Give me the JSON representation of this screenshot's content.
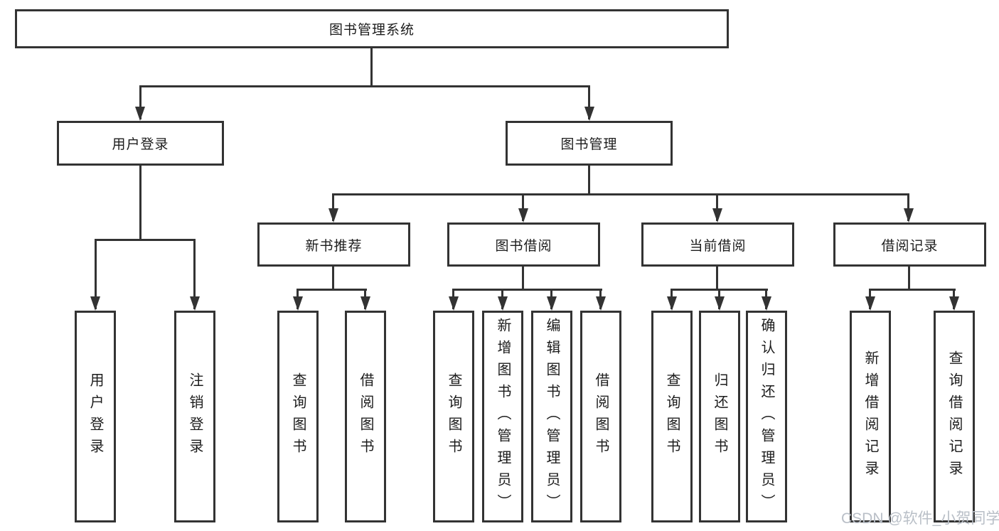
{
  "diagram": {
    "root": {
      "label": "图书管理系统"
    },
    "branches": [
      {
        "label": "用户登录",
        "children": [
          {
            "label": "用户登录"
          },
          {
            "label": "注销登录"
          }
        ]
      },
      {
        "label": "图书管理",
        "children": [
          {
            "label": "新书推荐",
            "children": [
              {
                "label": "查询图书"
              },
              {
                "label": "借阅图书"
              }
            ]
          },
          {
            "label": "图书借阅",
            "children": [
              {
                "label": "查询图书"
              },
              {
                "label": "新增图书（管理员）"
              },
              {
                "label": "编辑图书（管理员）"
              },
              {
                "label": "借阅图书"
              }
            ]
          },
          {
            "label": "当前借阅",
            "children": [
              {
                "label": "查询图书"
              },
              {
                "label": "归还图书"
              },
              {
                "label": "确认归还（管理员）"
              }
            ]
          },
          {
            "label": "借阅记录",
            "children": [
              {
                "label": "新增借阅记录"
              },
              {
                "label": "查询借阅记录"
              }
            ]
          }
        ]
      }
    ],
    "watermark": "CSDN @软件_小贺同学",
    "colors": {
      "line": "#333333",
      "text": "#1c1c1c",
      "watermark": "#b9bfc7",
      "background": "#ffffff"
    }
  }
}
